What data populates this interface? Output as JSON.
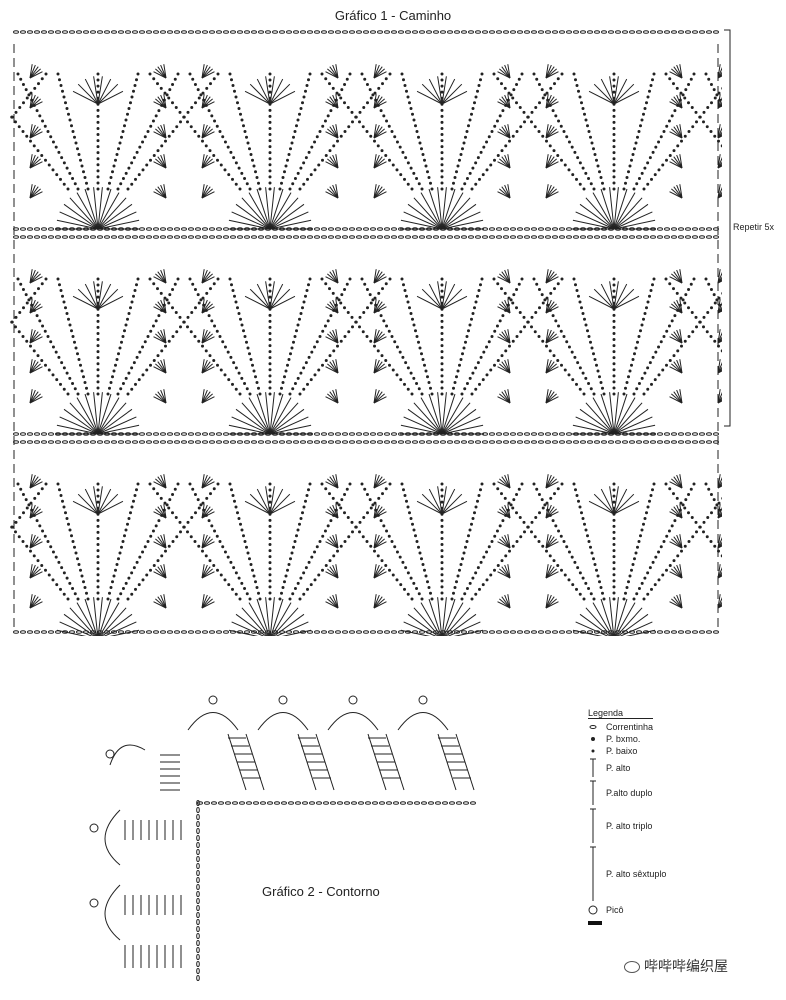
{
  "chart1": {
    "title": "Gráfico 1 - Caminho",
    "repeat_label": "Repetir 5x"
  },
  "chart2": {
    "title": "Gráfico 2 - Contorno"
  },
  "legend": {
    "title": "Legenda",
    "items": [
      {
        "label": "Correntinha",
        "symbol": "oval-chain"
      },
      {
        "label": "P. bxmo.",
        "symbol": "dot"
      },
      {
        "label": "P. baixo",
        "symbol": "small-dot"
      },
      {
        "label": "P. alto",
        "symbol": "dc-1bar"
      },
      {
        "label": "P.alto duplo",
        "symbol": "dc-2bar"
      },
      {
        "label": "P. alto triplo",
        "symbol": "dc-3bar"
      },
      {
        "label": "P. alto sêxtuplo",
        "symbol": "dc-6bar"
      },
      {
        "label": "Picô",
        "symbol": "picot"
      },
      {
        "label": "",
        "symbol": "solid-bar"
      }
    ]
  },
  "watermark": "哔哔哔编织屋"
}
